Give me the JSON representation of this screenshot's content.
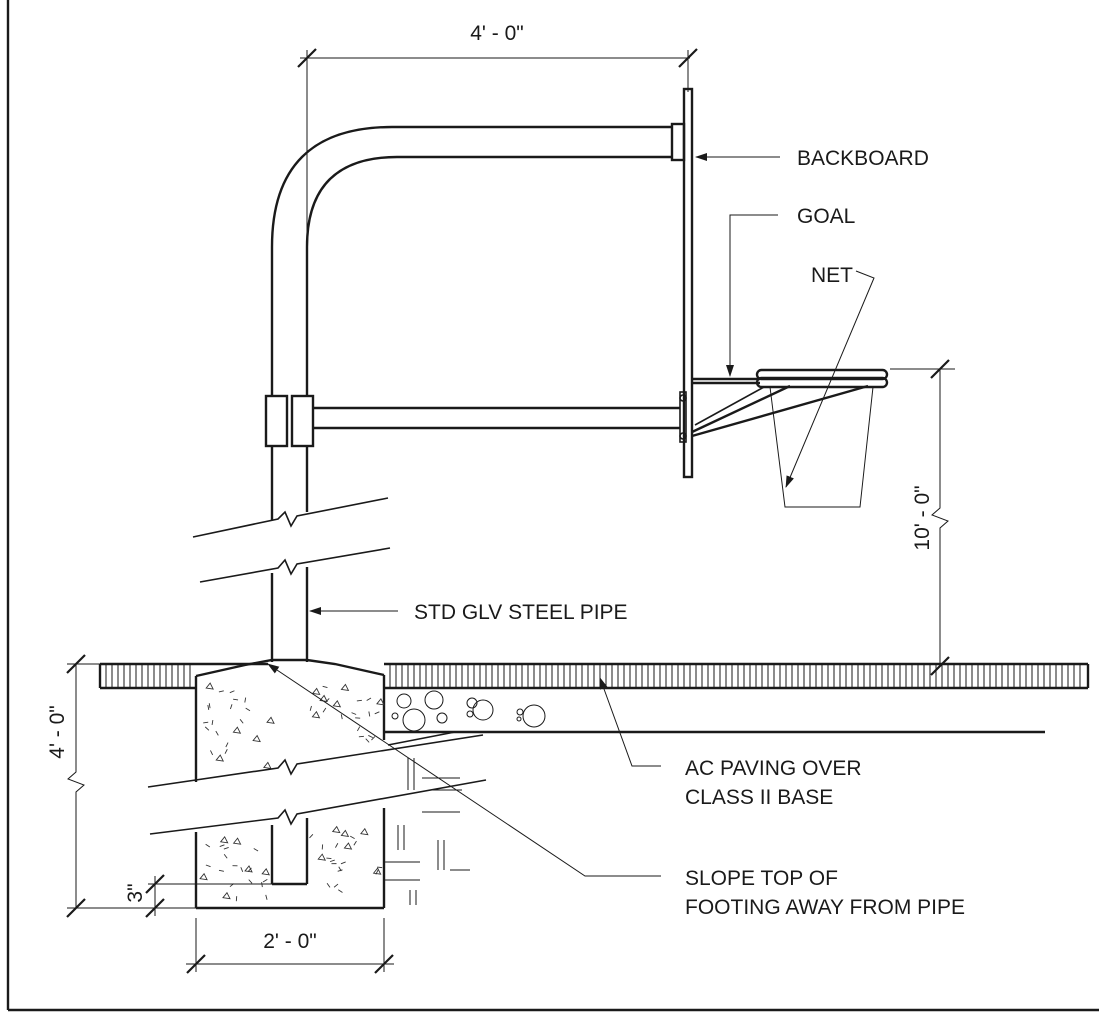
{
  "callouts": {
    "backboard": "BACKBOARD",
    "goal": "GOAL",
    "net": "NET",
    "pipe": "STD GLV STEEL PIPE",
    "paving_line1": "AC PAVING OVER",
    "paving_line2": "CLASS II BASE",
    "slope_line1": "SLOPE TOP OF",
    "slope_line2": "FOOTING AWAY FROM PIPE"
  },
  "dimensions": {
    "overhang": "4' - 0\"",
    "rim_height": "10' - 0\"",
    "footing_depth": "4' - 0\"",
    "bottom_clearance": "3\"",
    "footing_width": "2' - 0\""
  }
}
